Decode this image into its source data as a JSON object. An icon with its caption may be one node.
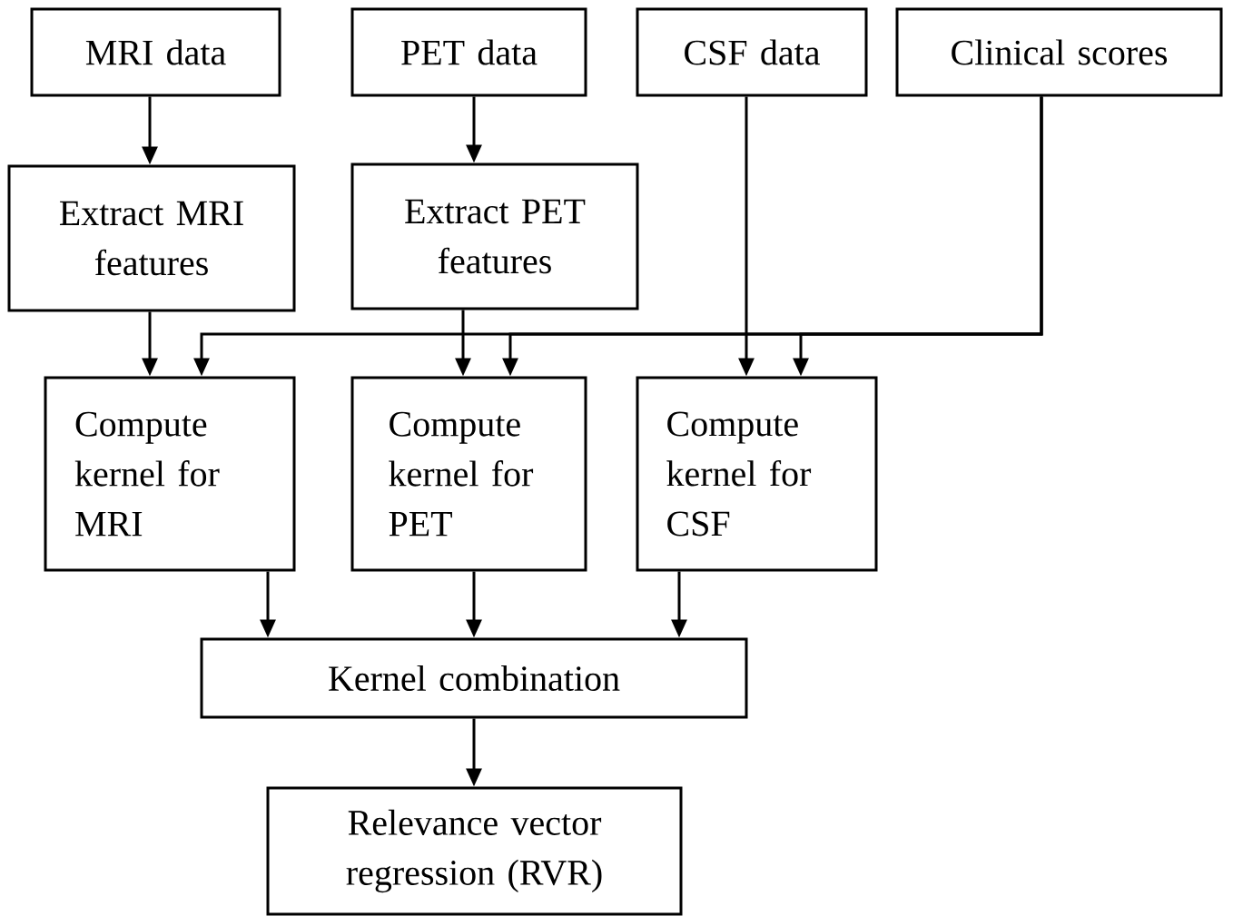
{
  "diagram": {
    "nodes": [
      {
        "text": [
          "MRI data"
        ]
      },
      {
        "text": [
          "PET data"
        ]
      },
      {
        "text": [
          "CSF data"
        ]
      },
      {
        "text": [
          "Clinical scores"
        ]
      },
      {
        "text": [
          "Extract MRI features"
        ]
      },
      {
        "text": [
          "Extract PET features"
        ]
      },
      {
        "text": [
          "Compute kernel for MRI"
        ]
      },
      {
        "text": [
          "Compute kernel for PET"
        ]
      },
      {
        "text": [
          "Compute kernel for CSF"
        ]
      },
      {
        "text": [
          "Kernel combination"
        ]
      },
      {
        "text": [
          "Relevance vector regression (RVR)"
        ]
      }
    ],
    "edges": [
      {
        "from": 0,
        "to": 4,
        "arrow": "to"
      },
      {
        "from": 1,
        "to": 5,
        "arrow": "to"
      },
      {
        "from": 4,
        "to": 6,
        "arrow": "to"
      },
      {
        "from": 5,
        "to": 7,
        "arrow": "to"
      },
      {
        "from": 2,
        "to": 8,
        "arrow": "to"
      },
      {
        "from": 3,
        "to": 6,
        "arrow": "to"
      },
      {
        "from": 3,
        "to": 7,
        "arrow": "to"
      },
      {
        "from": 3,
        "to": 8,
        "arrow": "to"
      },
      {
        "from": 6,
        "to": 9,
        "arrow": "to"
      },
      {
        "from": 7,
        "to": 9,
        "arrow": "to"
      },
      {
        "from": 8,
        "to": 9,
        "arrow": "to"
      },
      {
        "from": 9,
        "to": 10,
        "arrow": "to"
      }
    ]
  }
}
